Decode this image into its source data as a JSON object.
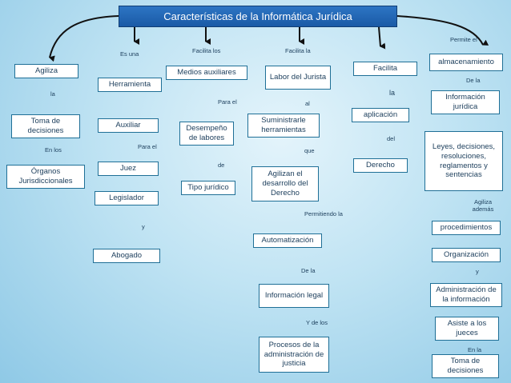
{
  "title": "Características de la Informática Jurídica",
  "nodes": [
    {
      "id": "agiliza",
      "text": "Agiliza"
    },
    {
      "id": "toma1",
      "text": "Toma de decisiones"
    },
    {
      "id": "organos",
      "text": "Órganos Jurisdiccionales"
    },
    {
      "id": "herramienta",
      "text": "Herramienta"
    },
    {
      "id": "auxiliar",
      "text": "Auxiliar"
    },
    {
      "id": "juez",
      "text": "Juez"
    },
    {
      "id": "legislador",
      "text": "Legislador"
    },
    {
      "id": "abogado",
      "text": "Abogado"
    },
    {
      "id": "medios",
      "text": "Medios auxiliares"
    },
    {
      "id": "desempeno",
      "text": "Desempeño de labores"
    },
    {
      "id": "tipo",
      "text": "Tipo jurídico"
    },
    {
      "id": "labor",
      "text": "Labor del Jurista"
    },
    {
      "id": "suministrarle",
      "text": "Suministrarle herramientas"
    },
    {
      "id": "agilizan",
      "text": "Agilizan el desarrollo del Derecho"
    },
    {
      "id": "automatizacion",
      "text": "Automatización"
    },
    {
      "id": "informacion_legal",
      "text": "Información legal"
    },
    {
      "id": "procesos",
      "text": "Procesos de la administración de justicia"
    },
    {
      "id": "facilita",
      "text": "Facilita"
    },
    {
      "id": "aplicacion",
      "text": "aplicación"
    },
    {
      "id": "derecho",
      "text": "Derecho"
    },
    {
      "id": "almacenamiento",
      "text": "almacenamiento"
    },
    {
      "id": "info_juridica",
      "text": "Información jurídica"
    },
    {
      "id": "leyes",
      "text": "Leyes, decisiones, resoluciones, reglamentos y sentencias"
    },
    {
      "id": "procedimientos",
      "text": "procedimientos"
    },
    {
      "id": "organizacion",
      "text": "Organización"
    },
    {
      "id": "administracion",
      "text": "Administración de la información"
    },
    {
      "id": "asiste",
      "text": "Asiste a los jueces"
    },
    {
      "id": "toma2",
      "text": "Toma de decisiones"
    }
  ],
  "labels": [
    {
      "id": "l_esuna",
      "text": "Es una"
    },
    {
      "id": "l_facilitalos",
      "text": "Facilita los"
    },
    {
      "id": "l_facilitala",
      "text": "Facilita la"
    },
    {
      "id": "l_permite",
      "text": "Permite el"
    },
    {
      "id": "l_la1",
      "text": "la"
    },
    {
      "id": "l_enlos",
      "text": "En los"
    },
    {
      "id": "l_parael1",
      "text": "Para el"
    },
    {
      "id": "l_y1",
      "text": "y"
    },
    {
      "id": "l_parael2",
      "text": "Para el"
    },
    {
      "id": "l_de",
      "text": "de"
    },
    {
      "id": "l_al",
      "text": "al"
    },
    {
      "id": "l_que",
      "text": "que"
    },
    {
      "id": "l_permitiendo",
      "text": "Permitiendo la"
    },
    {
      "id": "l_dela1",
      "text": "De la"
    },
    {
      "id": "l_ydelos",
      "text": "Y de los"
    },
    {
      "id": "l_la2",
      "text": "la"
    },
    {
      "id": "l_del",
      "text": "del"
    },
    {
      "id": "l_dela2",
      "text": "De la"
    },
    {
      "id": "l_agilizaademas",
      "text": "Agiliza además"
    },
    {
      "id": "l_y2",
      "text": "y"
    },
    {
      "id": "l_enla",
      "text": "En la"
    }
  ]
}
